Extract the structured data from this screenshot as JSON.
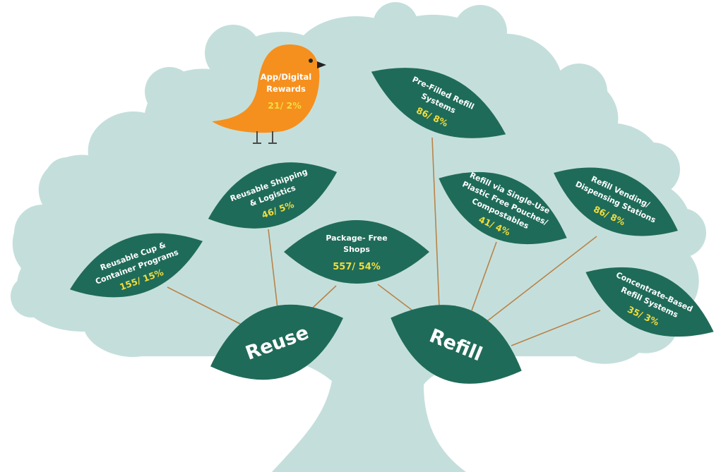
{
  "colors": {
    "canopy": "#c4dfdb",
    "trunk": "#c4dfdb",
    "leaf": "#1f6b59",
    "stem": "#b9834a",
    "bird": "#f5901e",
    "stat": "#f2dd3c",
    "text": "#ffffff"
  },
  "main": {
    "reuse": "Reuse",
    "refill": "Refill"
  },
  "bird": {
    "line1": "App/Digital",
    "line2": "Rewards",
    "stat": "21/ 2%"
  },
  "leaves": {
    "shipping": {
      "line1": "Reusable Shipping",
      "line2": "& Logistics",
      "stat": "46/ 5%"
    },
    "cup": {
      "line1": "Reusable Cup &",
      "line2": "Container Programs",
      "stat": "155/ 15%"
    },
    "shops": {
      "line1": "Package- Free",
      "line2": "Shops",
      "stat": "557/ 54%"
    },
    "prefilled": {
      "line1": "Pre-Filled Refill",
      "line2": "Systems",
      "stat": "86/ 8%"
    },
    "pouches": {
      "line1": "Refill via Single-Use",
      "line2": "Plastic Free Pouches/",
      "line3": "Compostables",
      "stat": "41/ 4%"
    },
    "vending": {
      "line1": "Refill Vending/",
      "line2": "Dispensing Stations",
      "stat": "86/ 8%"
    },
    "concentrate": {
      "line1": "Concentrate-Based",
      "line2": "Refill Systems",
      "stat": "35/ 3%"
    }
  }
}
